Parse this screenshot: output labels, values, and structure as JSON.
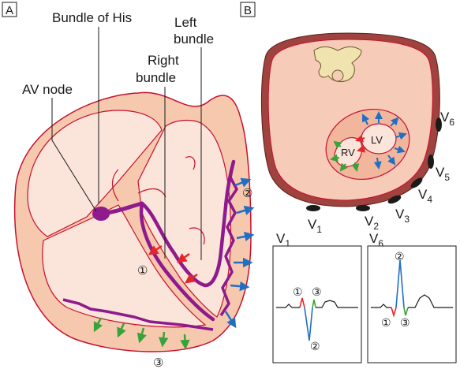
{
  "panels": {
    "a": "A",
    "b": "B"
  },
  "heart_labels": {
    "bundle_of_his": "Bundle of His",
    "left_bundle_line1": "Left",
    "left_bundle_line2": "bundle",
    "right_bundle_line1": "Right",
    "right_bundle_line2": "bundle",
    "av_node": "AV node",
    "step1": "①",
    "step2": "②",
    "step3": "③"
  },
  "cross_section": {
    "lv": "LV",
    "rv": "RV",
    "leads": {
      "v1": "V",
      "v1_sub": "1",
      "v2": "V",
      "v2_sub": "2",
      "v3": "V",
      "v3_sub": "3",
      "v4": "V",
      "v4_sub": "4",
      "v5": "V",
      "v5_sub": "5",
      "v6": "V",
      "v6_sub": "6"
    }
  },
  "ecg": {
    "v1_title": "V",
    "v1_title_sub": "1",
    "v6_title": "V",
    "v6_title_sub": "6",
    "v1_marks": {
      "one": "①",
      "two": "②",
      "three": "③"
    },
    "v6_marks": {
      "one": "①",
      "two": "②",
      "three": "③"
    }
  },
  "colors": {
    "tissue_fill": "#f6c9ae",
    "chamber_fill": "#fbe4d9",
    "outline_red": "#c8102e",
    "conduction_purple": "#8e1a8e",
    "arrow_red": "#e3262b",
    "arrow_blue": "#1f6fc4",
    "arrow_green": "#3aa23a",
    "body_fill": "#f6cbb8",
    "spine_fill": "#f1e3b0"
  }
}
